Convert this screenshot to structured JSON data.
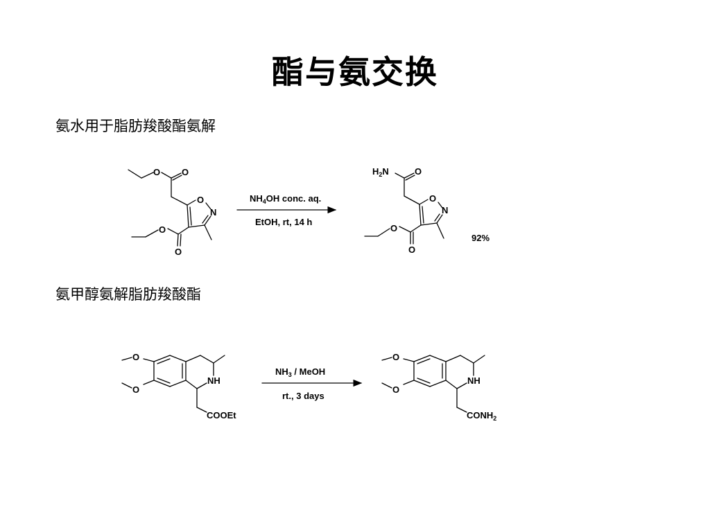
{
  "slide": {
    "title": "酯与氨交换",
    "section1_heading": "氨水用于脂肪羧酸酯氨解",
    "section2_heading": "氨甲醇氨解脂肪羧酸酯"
  },
  "reaction1": {
    "reagent_main": "NH",
    "reagent_sub": "4",
    "reagent_rest": "OH conc. aq.",
    "conditions": "EtOH, rt, 14 h",
    "yield": "92%",
    "sm_atoms": {
      "o_ester_top": "O",
      "o_carbonyl_top": "O",
      "ring_o": "O",
      "ring_n": "N",
      "o_ester_bottom": "O",
      "o_carbonyl_bottom": "O"
    },
    "pr_atoms": {
      "amide_h": "H",
      "amide_sub": "2",
      "amide_n": "N",
      "amide_o": "O",
      "ring_o": "O",
      "ring_n": "N",
      "o_ester_bottom": "O",
      "o_carbonyl_bottom": "O"
    }
  },
  "reaction2": {
    "reagent_main": "NH",
    "reagent_sub": "3",
    "reagent_rest": " / MeOH",
    "conditions": "rt., 3 days",
    "sm_atoms": {
      "ome1": "O",
      "ome2": "O",
      "nh": "NH",
      "ester": "COOEt"
    },
    "pr_atoms": {
      "ome1": "O",
      "ome2": "O",
      "nh": "NH",
      "amide_main": "CONH",
      "amide_sub": "2"
    }
  }
}
